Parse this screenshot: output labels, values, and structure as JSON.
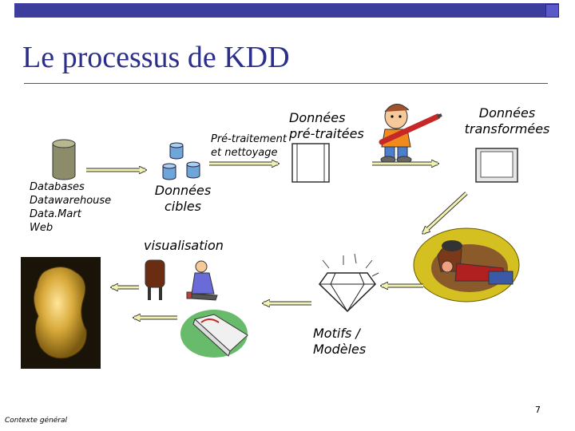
{
  "slide": {
    "title": "Le processus de KDD",
    "footer": "Contexte général",
    "page_number": "7"
  },
  "labels": {
    "donnees_pretraitees": [
      "Données",
      "pré-traitées"
    ],
    "pretraitement": [
      "Pré-traitement",
      "et nettoyage"
    ],
    "donnees_transformees": [
      "Données",
      "transformées"
    ],
    "sources": [
      "Databases",
      "Datawarehouse",
      "Data.Mart",
      "Web"
    ],
    "donnees_cibles": [
      "Données",
      "cibles"
    ],
    "visualisation": "visualisation",
    "motifs": [
      "Motifs /",
      "Modèles"
    ]
  },
  "colors": {
    "title": "#2b2f8a",
    "topbar": "#3d3d9e",
    "arrow": "#f2f2b0",
    "gold": "#d8a93a"
  }
}
